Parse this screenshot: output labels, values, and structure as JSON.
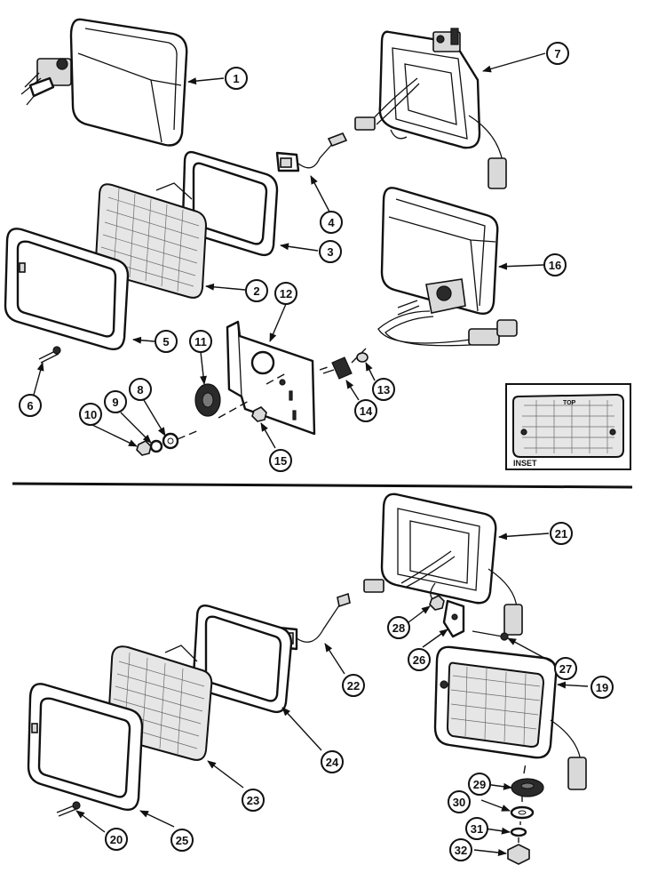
{
  "diagram": {
    "top_callouts": [
      "1",
      "7",
      "4",
      "3",
      "2",
      "16",
      "12",
      "5",
      "11",
      "6",
      "13",
      "14",
      "9",
      "8",
      "10",
      "15"
    ],
    "bottom_callouts": [
      "21",
      "28",
      "22",
      "26",
      "27",
      "19",
      "24",
      "23",
      "29",
      "30",
      "31",
      "20",
      "25",
      "32"
    ],
    "inset": {
      "label": "INSET",
      "lens_marking": "TOP"
    }
  }
}
